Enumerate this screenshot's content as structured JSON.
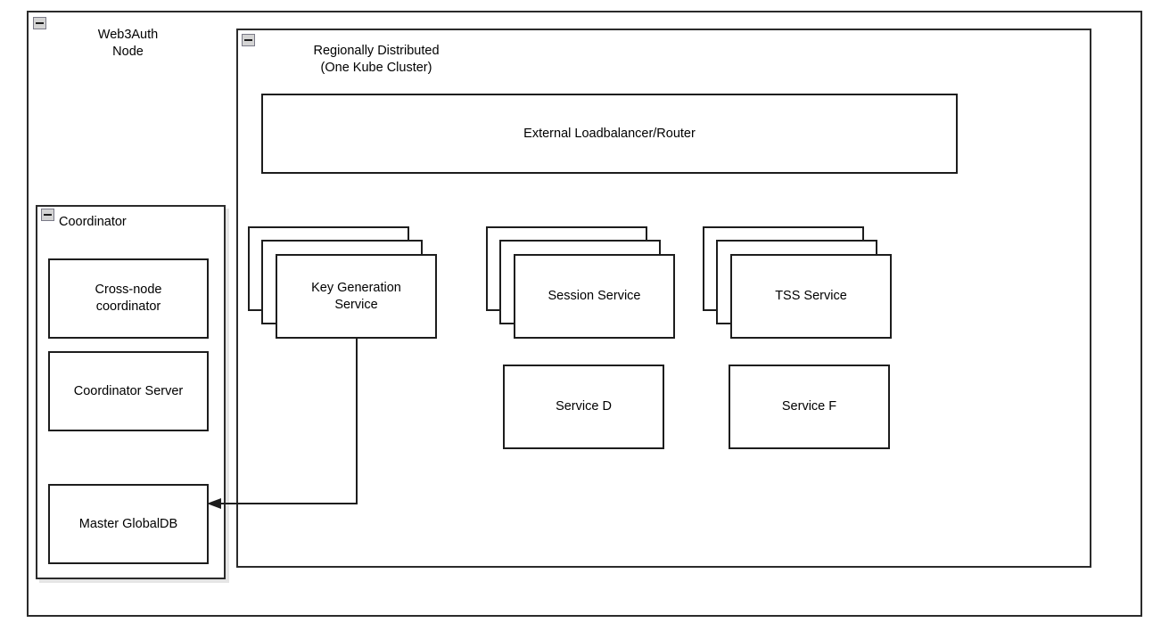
{
  "diagram": {
    "type": "architecture-block-diagram",
    "background_color": "#ffffff",
    "line_color": "#1d1d1d",
    "collapse_icon_color": "#d4d4d4"
  },
  "outer_group": {
    "title": "Web3Auth\nNode",
    "collapse_icon": "minus-collapse-icon"
  },
  "cluster_group": {
    "title": "Regionally Distributed\n(One Kube Cluster)",
    "collapse_icon": "minus-collapse-icon"
  },
  "coordinator_group": {
    "title": "Coordinator",
    "collapse_icon": "minus-collapse-icon",
    "nodes": [
      {
        "label": "Cross-node\ncoordinator"
      },
      {
        "label": "Coordinator Server"
      },
      {
        "label": "Master GlobalDB"
      }
    ]
  },
  "cluster_nodes": {
    "loadbalancer": {
      "label": "External Loadbalancer/Router"
    },
    "stacked_services": [
      {
        "label": "Key Generation\nService",
        "instances": 3
      },
      {
        "label": "Session Service",
        "instances": 3
      },
      {
        "label": "TSS Service",
        "instances": 3
      }
    ],
    "single_services": [
      {
        "label": "Service D"
      },
      {
        "label": "Service F"
      }
    ]
  },
  "connectors": [
    {
      "name": "keygen-to-master-globaldb",
      "from": "Key Generation Service",
      "to": "Master GlobalDB",
      "arrow": "to-target"
    }
  ]
}
